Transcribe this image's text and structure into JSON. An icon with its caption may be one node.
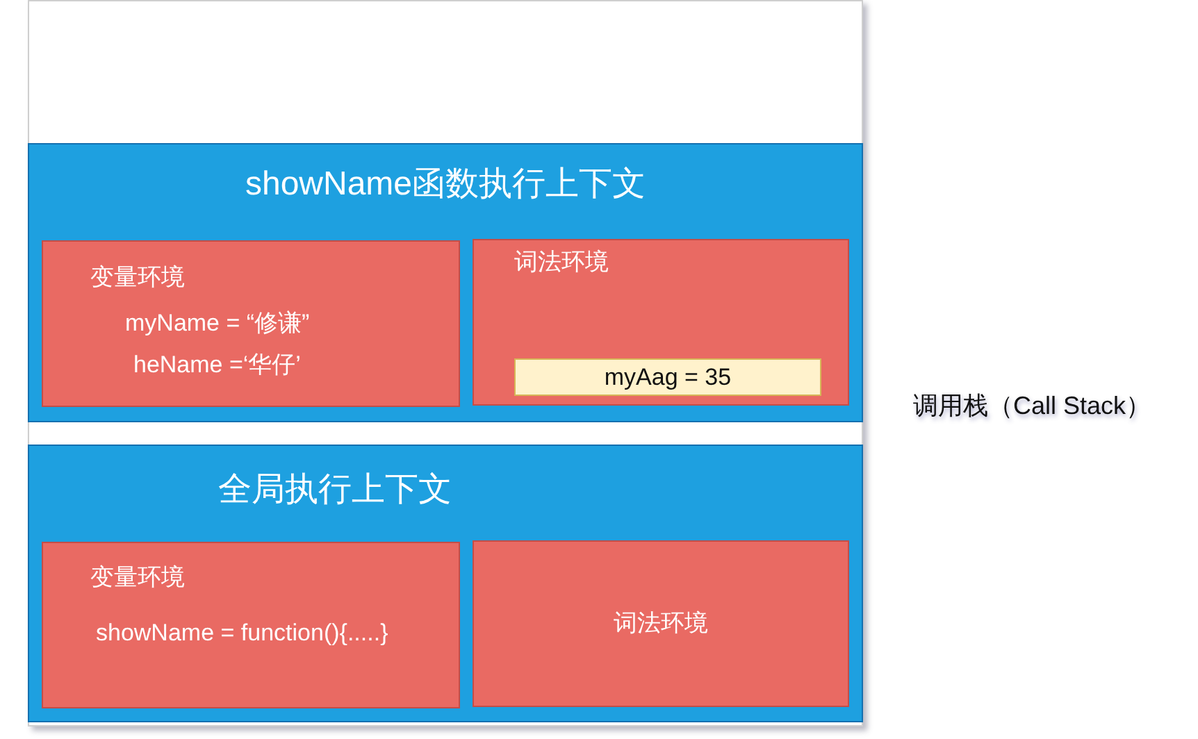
{
  "diagram": {
    "nodes": [
      {
        "text": [],
        "shape": "box",
        "beside": [
          "调用栈（Call Stack）"
        ]
      },
      {
        "text": [
          "showName函数执行上下文"
        ],
        "in": 0
      },
      {
        "text": [
          "变量环境",
          "myName = “修谦”",
          "heName =‘华仔’"
        ],
        "in": 1
      },
      {
        "text": [
          "词法环境"
        ],
        "in": 1
      },
      {
        "text": [
          "myAag = 35"
        ],
        "in": 3
      },
      {
        "text": [
          "全局执行上下文"
        ],
        "in": 0
      },
      {
        "text": [
          "变量环境",
          "showName = function(){.....}"
        ],
        "in": 5
      },
      {
        "text": [
          "词法环境"
        ],
        "in": 5
      }
    ]
  }
}
